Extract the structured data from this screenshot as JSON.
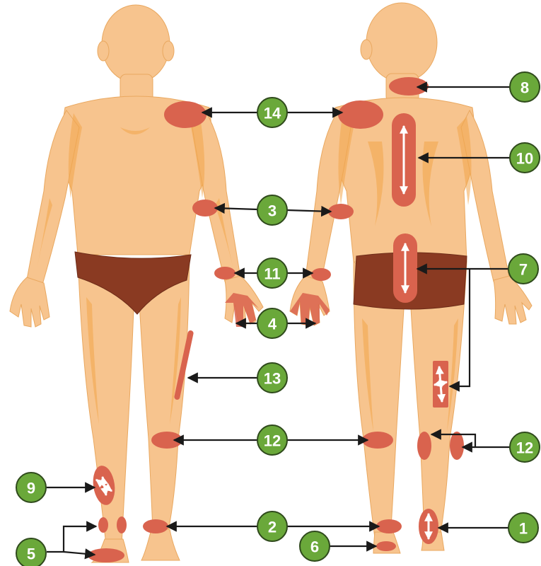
{
  "colors": {
    "skin": "#f7c48e",
    "skin_shadow": "#f2a64a",
    "underwear": "#8a3a22",
    "injury": "#d9634e",
    "arrow": "#1a1a1a",
    "badge_fill": "#6aa83a",
    "badge_stroke": "#2f4a1c"
  },
  "figures": [
    {
      "name": "front-view-figure"
    },
    {
      "name": "back-view-figure"
    }
  ],
  "badges": [
    {
      "id": "1",
      "label": "1"
    },
    {
      "id": "2",
      "label": "2"
    },
    {
      "id": "3",
      "label": "3"
    },
    {
      "id": "4",
      "label": "4"
    },
    {
      "id": "5",
      "label": "5"
    },
    {
      "id": "6",
      "label": "6"
    },
    {
      "id": "7",
      "label": "7"
    },
    {
      "id": "8",
      "label": "8"
    },
    {
      "id": "9",
      "label": "9"
    },
    {
      "id": "10",
      "label": "10"
    },
    {
      "id": "11",
      "label": "11"
    },
    {
      "id": "12a",
      "label": "12"
    },
    {
      "id": "12b",
      "label": "12"
    },
    {
      "id": "13",
      "label": "13"
    },
    {
      "id": "14",
      "label": "14"
    }
  ]
}
